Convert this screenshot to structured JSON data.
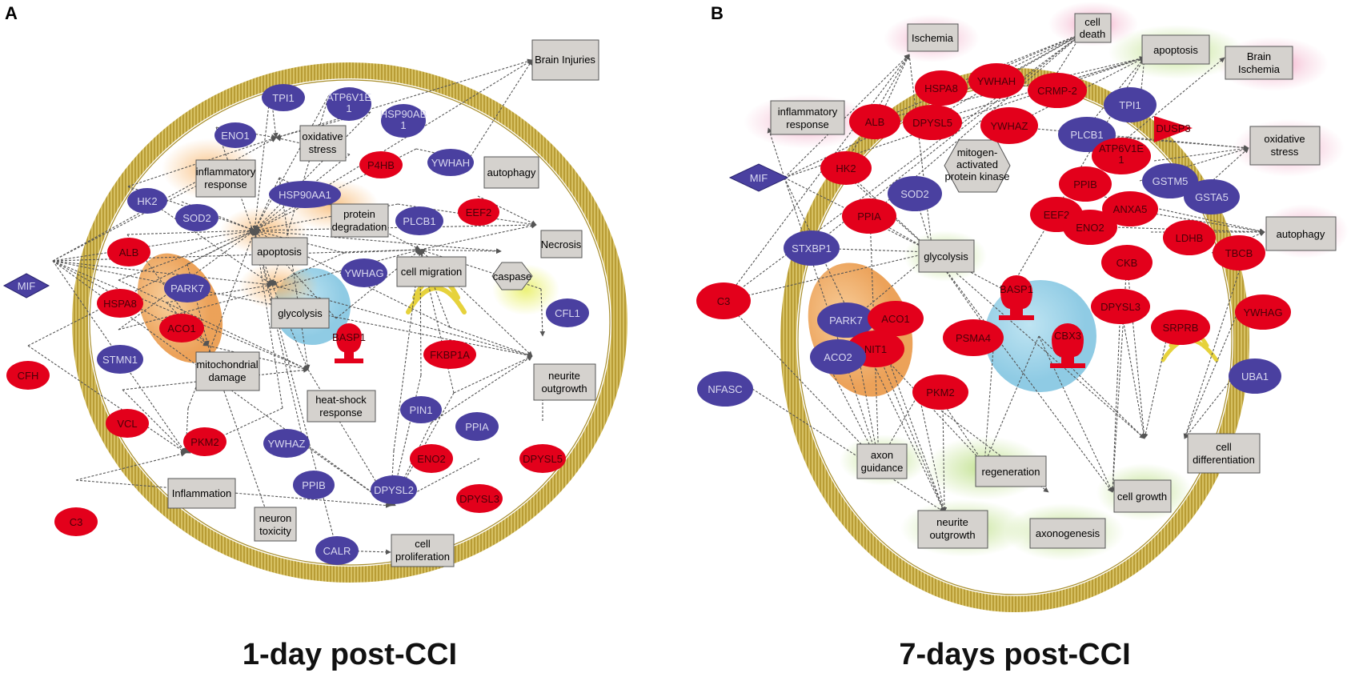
{
  "panels": [
    {
      "letter": "A",
      "caption": "1-day post-CCI",
      "nodes": [
        {
          "id": "brain-injuries",
          "label": "Brain Injuries",
          "kind": "process"
        },
        {
          "id": "oxidative-stress",
          "label": "oxidative\nstress",
          "kind": "process"
        },
        {
          "id": "inflammatory-response",
          "label": "inflammatory\nresponse",
          "kind": "process"
        },
        {
          "id": "autophagy",
          "label": "autophagy",
          "kind": "process"
        },
        {
          "id": "protein-degradation",
          "label": "protein\ndegradation",
          "kind": "process"
        },
        {
          "id": "apoptosis",
          "label": "apoptosis",
          "kind": "process"
        },
        {
          "id": "necrosis",
          "label": "Necrosis",
          "kind": "process"
        },
        {
          "id": "cell-migration",
          "label": "cell migration",
          "kind": "process"
        },
        {
          "id": "glycolysis",
          "label": "glycolysis",
          "kind": "process"
        },
        {
          "id": "mitochondrial-damage",
          "label": "mitochondrial\ndamage",
          "kind": "process"
        },
        {
          "id": "heat-shock-response",
          "label": "heat-shock\nresponse",
          "kind": "process"
        },
        {
          "id": "neurite-outgrowth",
          "label": "neurite\noutgrowth",
          "kind": "process"
        },
        {
          "id": "inflammation",
          "label": "Inflammation",
          "kind": "process"
        },
        {
          "id": "neuron-toxicity",
          "label": "neuron\ntoxicity",
          "kind": "process"
        },
        {
          "id": "cell-proliferation",
          "label": "cell\nproliferation",
          "kind": "process"
        },
        {
          "id": "caspase",
          "label": "caspase",
          "kind": "hexagon"
        },
        {
          "id": "mif",
          "label": "MIF",
          "kind": "diamond"
        },
        {
          "id": "tpi1",
          "label": "TPI1",
          "kind": "down"
        },
        {
          "id": "atp6v1e1",
          "label": "ATP6V1E\n1",
          "kind": "down"
        },
        {
          "id": "hsp90ab1",
          "label": "HSP90AB\n1",
          "kind": "down"
        },
        {
          "id": "eno1",
          "label": "ENO1",
          "kind": "down"
        },
        {
          "id": "p4hb",
          "label": "P4HB",
          "kind": "up"
        },
        {
          "id": "ywhah",
          "label": "YWHAH",
          "kind": "down"
        },
        {
          "id": "hk2",
          "label": "HK2",
          "kind": "down"
        },
        {
          "id": "hsp90aa1",
          "label": "HSP90AA1",
          "kind": "down"
        },
        {
          "id": "sod2",
          "label": "SOD2",
          "kind": "down"
        },
        {
          "id": "eef2",
          "label": "EEF2",
          "kind": "up"
        },
        {
          "id": "plcb1",
          "label": "PLCB1",
          "kind": "down"
        },
        {
          "id": "alb",
          "label": "ALB",
          "kind": "up"
        },
        {
          "id": "park7",
          "label": "PARK7",
          "kind": "down"
        },
        {
          "id": "ywhag",
          "label": "YWHAG",
          "kind": "down"
        },
        {
          "id": "hspa8",
          "label": "HSPA8",
          "kind": "up"
        },
        {
          "id": "aco1",
          "label": "ACO1",
          "kind": "up"
        },
        {
          "id": "basp1",
          "label": "BASP1",
          "kind": "up"
        },
        {
          "id": "fkbp1a",
          "label": "FKBP1A",
          "kind": "up"
        },
        {
          "id": "cfl1",
          "label": "CFL1",
          "kind": "down"
        },
        {
          "id": "stmn1",
          "label": "STMN1",
          "kind": "down"
        },
        {
          "id": "cfh",
          "label": "CFH",
          "kind": "up"
        },
        {
          "id": "vcl",
          "label": "VCL",
          "kind": "up"
        },
        {
          "id": "pin1",
          "label": "PIN1",
          "kind": "down"
        },
        {
          "id": "ppia",
          "label": "PPIA",
          "kind": "down"
        },
        {
          "id": "pkm2",
          "label": "PKM2",
          "kind": "up"
        },
        {
          "id": "ywhaz",
          "label": "YWHAZ",
          "kind": "down"
        },
        {
          "id": "eno2",
          "label": "ENO2",
          "kind": "up"
        },
        {
          "id": "dpysl5",
          "label": "DPYSL5",
          "kind": "up"
        },
        {
          "id": "ppib",
          "label": "PPIB",
          "kind": "down"
        },
        {
          "id": "dpysl2",
          "label": "DPYSL2",
          "kind": "down"
        },
        {
          "id": "dpysl3",
          "label": "DPYSL3",
          "kind": "up"
        },
        {
          "id": "c3",
          "label": "C3",
          "kind": "up"
        },
        {
          "id": "calr",
          "label": "CALR",
          "kind": "down"
        }
      ]
    },
    {
      "letter": "B",
      "caption": "7-days post-CCI",
      "nodes": [
        {
          "id": "ischemia",
          "label": "Ischemia",
          "kind": "process"
        },
        {
          "id": "cell-death",
          "label": "cell\ndeath",
          "kind": "process"
        },
        {
          "id": "apoptosis",
          "label": "apoptosis",
          "kind": "process"
        },
        {
          "id": "brain-ischemia",
          "label": "Brain\nIschemia",
          "kind": "process"
        },
        {
          "id": "inflammatory-response",
          "label": "inflammatory\nresponse",
          "kind": "process"
        },
        {
          "id": "oxidative-stress",
          "label": "oxidative\nstress",
          "kind": "process"
        },
        {
          "id": "autophagy",
          "label": "autophagy",
          "kind": "process"
        },
        {
          "id": "glycolysis",
          "label": "glycolysis",
          "kind": "process"
        },
        {
          "id": "axon-guidance",
          "label": "axon\nguidance",
          "kind": "process"
        },
        {
          "id": "regeneration",
          "label": "regeneration",
          "kind": "process"
        },
        {
          "id": "cell-differentiation",
          "label": "cell\ndifferentiation",
          "kind": "process"
        },
        {
          "id": "cell-growth",
          "label": "cell growth",
          "kind": "process"
        },
        {
          "id": "neurite-outgrowth",
          "label": "neurite\noutgrowth",
          "kind": "process"
        },
        {
          "id": "axonogenesis",
          "label": "axonogenesis",
          "kind": "process"
        },
        {
          "id": "mapk",
          "label": "mitogen-\nactivated\nprotein kinase",
          "kind": "hexagon"
        },
        {
          "id": "mif",
          "label": "MIF",
          "kind": "diamond"
        },
        {
          "id": "hspa8",
          "label": "HSPA8",
          "kind": "up"
        },
        {
          "id": "ywhah",
          "label": "YWHAH",
          "kind": "up"
        },
        {
          "id": "crmp2",
          "label": "CRMP-2",
          "kind": "up"
        },
        {
          "id": "alb",
          "label": "ALB",
          "kind": "up"
        },
        {
          "id": "dpysl5",
          "label": "DPYSL5",
          "kind": "up"
        },
        {
          "id": "ywhaz",
          "label": "YWHAZ",
          "kind": "up"
        },
        {
          "id": "tpi1",
          "label": "TPI1",
          "kind": "down"
        },
        {
          "id": "dusp3",
          "label": "DUSP3",
          "kind": "up"
        },
        {
          "id": "plcb1",
          "label": "PLCB1",
          "kind": "down"
        },
        {
          "id": "atp6v1e1",
          "label": "ATP6V1E\n1",
          "kind": "up"
        },
        {
          "id": "hk2",
          "label": "HK2",
          "kind": "up"
        },
        {
          "id": "sod2",
          "label": "SOD2",
          "kind": "down"
        },
        {
          "id": "gstm5",
          "label": "GSTM5",
          "kind": "down"
        },
        {
          "id": "gsta5",
          "label": "GSTA5",
          "kind": "down"
        },
        {
          "id": "ppib",
          "label": "PPIB",
          "kind": "up"
        },
        {
          "id": "ppia",
          "label": "PPIA",
          "kind": "up"
        },
        {
          "id": "eef2",
          "label": "EEF2",
          "kind": "up"
        },
        {
          "id": "anxa5",
          "label": "ANXA5",
          "kind": "up"
        },
        {
          "id": "eno2",
          "label": "ENO2",
          "kind": "up"
        },
        {
          "id": "ldhb",
          "label": "LDHB",
          "kind": "up"
        },
        {
          "id": "tbcb",
          "label": "TBCB",
          "kind": "up"
        },
        {
          "id": "stxbp1",
          "label": "STXBP1",
          "kind": "down"
        },
        {
          "id": "ckb",
          "label": "CKB",
          "kind": "up"
        },
        {
          "id": "basp1",
          "label": "BASP1",
          "kind": "up"
        },
        {
          "id": "c3",
          "label": "C3",
          "kind": "up"
        },
        {
          "id": "park7",
          "label": "PARK7",
          "kind": "down"
        },
        {
          "id": "aco1",
          "label": "ACO1",
          "kind": "up"
        },
        {
          "id": "dpysl3",
          "label": "DPYSL3",
          "kind": "up"
        },
        {
          "id": "srprb",
          "label": "SRPRB",
          "kind": "up"
        },
        {
          "id": "ywhag",
          "label": "YWHAG",
          "kind": "up"
        },
        {
          "id": "nit1",
          "label": "NIT1",
          "kind": "up"
        },
        {
          "id": "aco2",
          "label": "ACO2",
          "kind": "down"
        },
        {
          "id": "psma4",
          "label": "PSMA4",
          "kind": "up"
        },
        {
          "id": "cbx3",
          "label": "CBX3",
          "kind": "up"
        },
        {
          "id": "nfasc",
          "label": "NFASC",
          "kind": "down"
        },
        {
          "id": "uba1",
          "label": "UBA1",
          "kind": "down"
        },
        {
          "id": "pkm2",
          "label": "PKM2",
          "kind": "up"
        }
      ]
    }
  ],
  "colors": {
    "up": "#e3001b",
    "down": "#4a40a0",
    "process_fill": "#d5d2ce",
    "membrane": "#c9b24a",
    "edge": "#555555"
  }
}
